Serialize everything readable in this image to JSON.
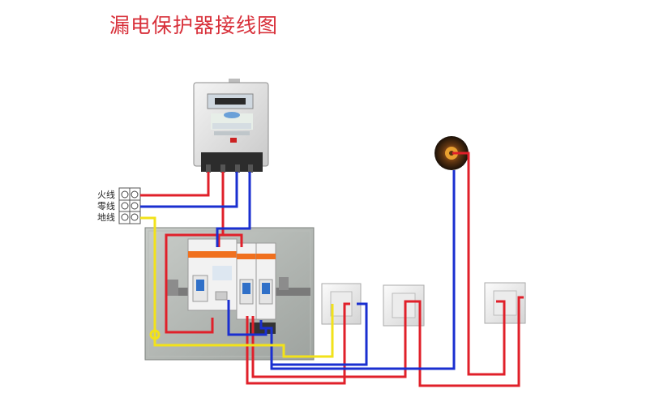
{
  "title": "漏电保护器接线图",
  "terminal_labels": {
    "live": "火线",
    "neutral": "零线",
    "ground": "地线"
  },
  "colors": {
    "live_wire": "#e0202a",
    "neutral_wire": "#1a2fd0",
    "ground_wire": "#f2e21a",
    "title": "#d8303a",
    "breaker_accent": "#f0701e"
  }
}
